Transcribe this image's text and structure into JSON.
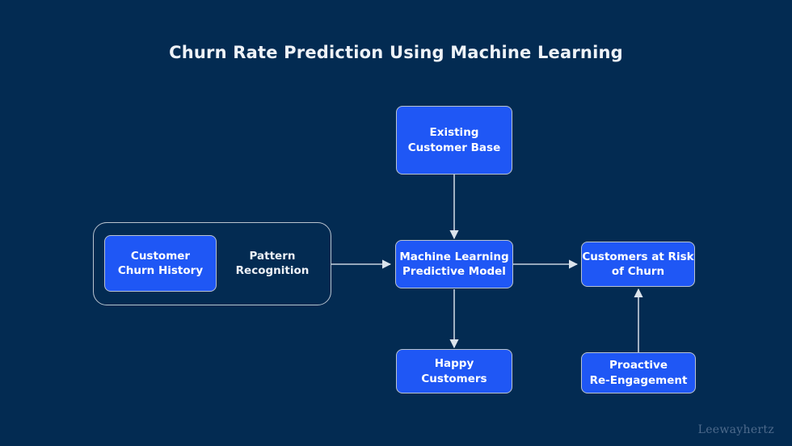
{
  "page": {
    "title": "Churn Rate Prediction Using Machine Learning",
    "watermark": "Leewayhertz",
    "background_color": "#032b52",
    "node_fill_color": "#1f57f5",
    "node_border_color": "#b9c3cf",
    "text_color": "#ffffff",
    "edge_color": "#c8d2de"
  },
  "diagram": {
    "type": "flowchart",
    "group": {
      "label": "input-group",
      "nodes": [
        {
          "id": "customer-churn-history",
          "label": "Customer\nChurn History",
          "style": "filled"
        },
        {
          "id": "pattern-recognition",
          "label": "Pattern\nRecognition",
          "style": "plain"
        }
      ]
    },
    "nodes": [
      {
        "id": "existing-customer-base",
        "label": "Existing\nCustomer Base"
      },
      {
        "id": "machine-learning-predictive-model",
        "label": "Machine Learning\nPredictive Model"
      },
      {
        "id": "customers-at-risk-of-churn",
        "label": "Customers at Risk\nof Churn"
      },
      {
        "id": "happy-customers",
        "label": "Happy\nCustomers"
      },
      {
        "id": "proactive-re-engagement",
        "label": "Proactive\nRe-Engagement"
      }
    ],
    "edges": [
      {
        "from": "existing-customer-base",
        "to": "machine-learning-predictive-model",
        "direction": "down"
      },
      {
        "from": "input-group",
        "to": "machine-learning-predictive-model",
        "direction": "right"
      },
      {
        "from": "machine-learning-predictive-model",
        "to": "customers-at-risk-of-churn",
        "direction": "right"
      },
      {
        "from": "machine-learning-predictive-model",
        "to": "happy-customers",
        "direction": "down"
      },
      {
        "from": "proactive-re-engagement",
        "to": "customers-at-risk-of-churn",
        "direction": "up"
      }
    ]
  }
}
